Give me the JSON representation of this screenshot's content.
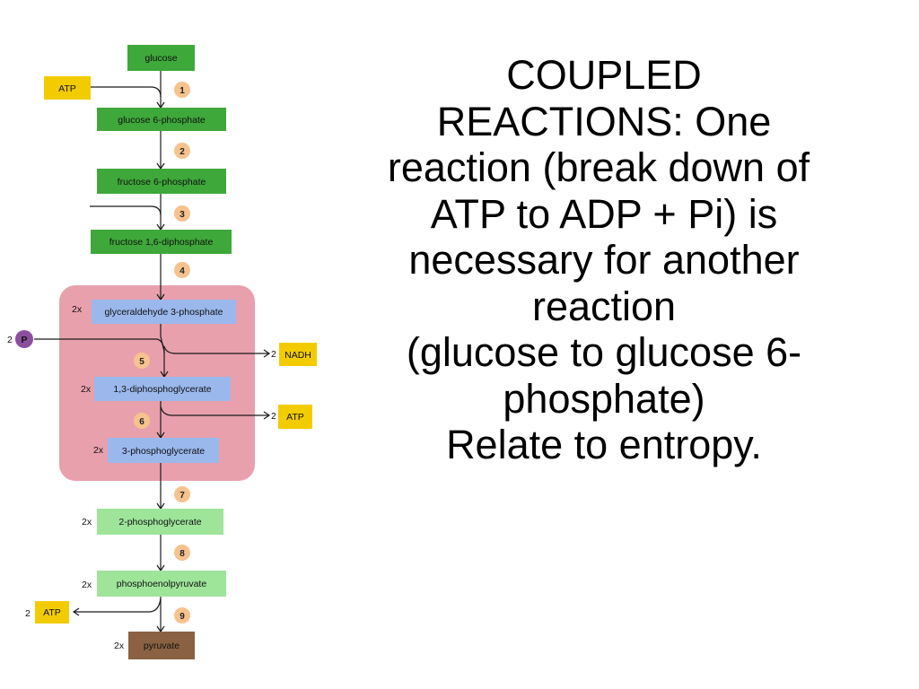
{
  "pathway": {
    "glucose": "glucose",
    "g6p": "glucose 6-phosphate",
    "f6p": "fructose 6-phosphate",
    "f16dp": "fructose 1,6-diphosphate",
    "g3p": "glyceraldehyde 3-phosphate",
    "dpg13": "1,3-diphosphoglycerate",
    "pg3": "3-phosphoglycerate",
    "pg2": "2-phosphoglycerate",
    "pep": "phosphoenolpyruvate",
    "pyruvate": "pyruvate"
  },
  "steps": [
    "1",
    "2",
    "3",
    "4",
    "5",
    "6",
    "7",
    "8",
    "9"
  ],
  "multiplier": "2x",
  "side": {
    "atp_in": "ATP",
    "p_count": "2",
    "p_label": "P",
    "nadh_count": "2",
    "nadh": "NADH",
    "atp6_count": "2",
    "atp6": "ATP",
    "atp9_count": "2",
    "atp9": "ATP"
  },
  "text": {
    "line1": "COUPLED",
    "line2": "REACTIONS:  One",
    "line3": "reaction (break down of",
    "line4": "ATP to ADP + Pi) is",
    "line5": "necessary for another",
    "line6": "reaction",
    "line7": "(glucose to glucose 6-",
    "line8": "phosphate)",
    "line9": "Relate to entropy."
  },
  "colors": {
    "green_dark": "#3ea83a",
    "green_light": "#9ee59a",
    "blue": "#9ab8ec",
    "pink": "#e8a0ad",
    "yellow": "#f2cc00",
    "orange_circle": "#f6c28e",
    "purple": "#8c4f9e",
    "brown": "#8a6243"
  }
}
